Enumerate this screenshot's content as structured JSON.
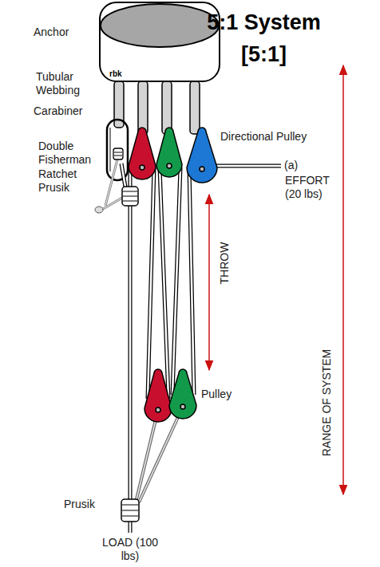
{
  "diagram": {
    "title": "5:1 System [5:1]",
    "nodes": [
      {
        "text": [
          "rbk"
        ]
      }
    ],
    "labels": [
      "Anchor",
      "Tubular Webbing",
      "Carabiner",
      "Double Fisherman",
      "Ratchet Prusik",
      "Directional Pulley",
      "(a)",
      "EFFORT (20 lbs)",
      "THROW",
      "Pulley",
      "RANGE OF SYSTEM",
      "Prusik",
      "LOAD (100 lbs)"
    ]
  }
}
